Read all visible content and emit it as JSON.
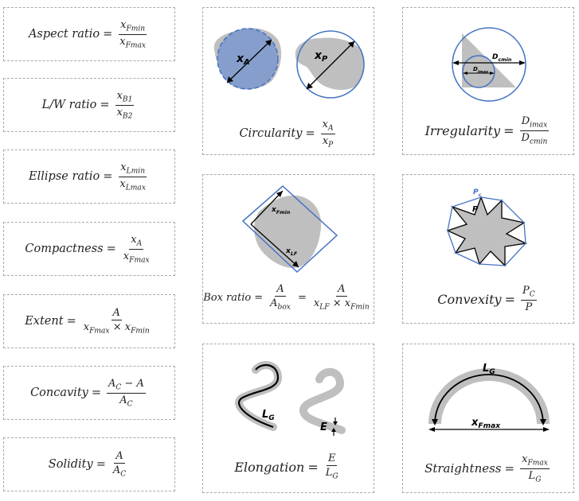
{
  "left_formulas": [
    {
      "name": "Aspect ratio",
      "num": "x_Fmin",
      "den": "x_Fmax"
    },
    {
      "name": "L/W ratio",
      "num": "x_B1",
      "den": "x_B2"
    },
    {
      "name": "Ellipse ratio",
      "num": "x_Lmin",
      "den": "x_Lmax"
    },
    {
      "name": "Compactness",
      "num": "x_A",
      "den": "x_Fmax"
    },
    {
      "name": "Extent",
      "num": "A",
      "den": "x_Fmax × x_Fmin"
    },
    {
      "name": "Concavity",
      "num": "A_C − A",
      "den": "A_C"
    },
    {
      "name": "Solidity",
      "num": "A",
      "den": "A_C"
    }
  ],
  "panels": {
    "circularity": {
      "name": "Circularity",
      "num": "x_A",
      "den": "x_P",
      "label_a": "x_A",
      "label_p": "x_P"
    },
    "irregularity": {
      "name": "Irregularity",
      "num": "D_imax",
      "den": "D_cmin",
      "label_c": "D_cmin",
      "label_i": "D_imax"
    },
    "box_ratio": {
      "name": "Box ratio",
      "num1": "A",
      "den1": "A_box",
      "num2": "A",
      "den2": "x_LF × x_Fmin",
      "label_fmin": "x_Fmin",
      "label_lf": "x_LF"
    },
    "convexity": {
      "name": "Convexity",
      "num": "P_C",
      "den": "P",
      "label_pc": "P_c",
      "label_p": "P"
    },
    "elongation": {
      "name": "Elongation",
      "num": "E",
      "den": "L_G",
      "label_lg": "L_G",
      "label_e": "E"
    },
    "straightness": {
      "name": "Straightness",
      "num": "x_Fmax",
      "den": "L_G",
      "label_lg": "L_G",
      "label_fmax": "x_Fmax"
    }
  }
}
